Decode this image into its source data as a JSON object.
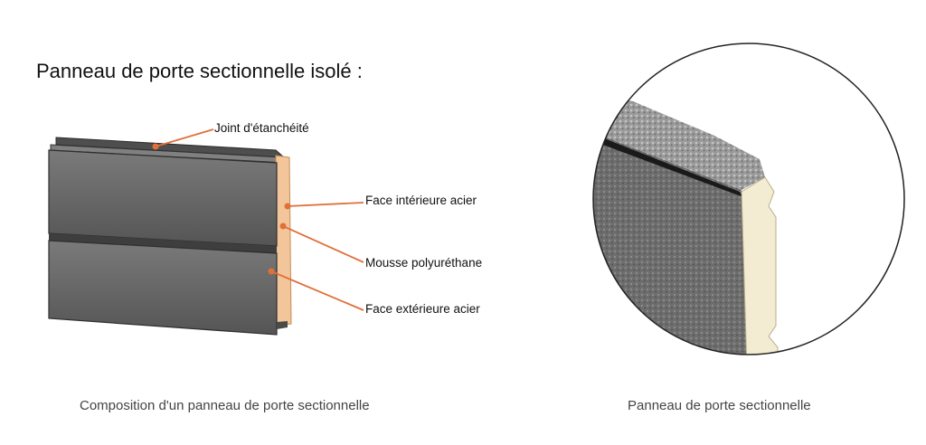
{
  "title": "Panneau de porte sectionnelle isolé :",
  "labels": {
    "seal": "Joint d'étanchéité",
    "inner_face": "Face intérieure acier",
    "foam": "Mousse polyuréthane",
    "outer_face": "Face extérieure acier"
  },
  "captions": {
    "left": "Composition d'un panneau de porte sectionnelle",
    "right": "Panneau de porte sectionnelle"
  },
  "colors": {
    "steel": "#6b6b6b",
    "foam": "#f2c59a",
    "leader": "#e0703a",
    "insulation_closeup": "#f3ecd2"
  }
}
